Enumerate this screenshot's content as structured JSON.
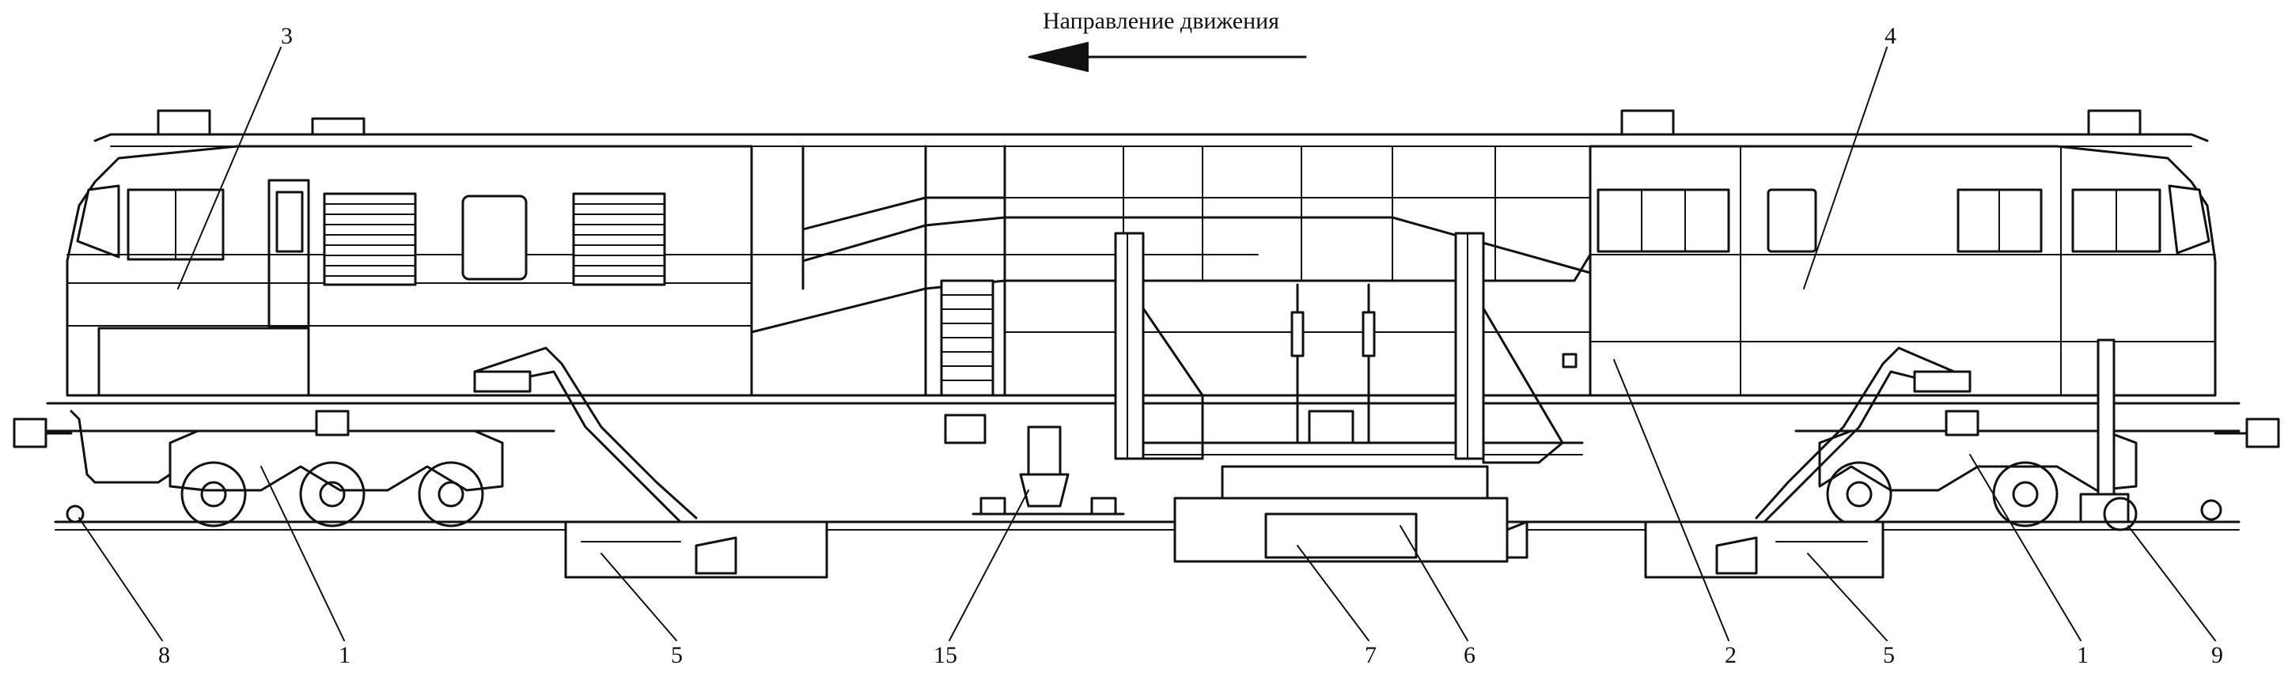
{
  "diagram": {
    "direction_label": "Направление движения",
    "callouts": [
      {
        "id": "c1a",
        "text": "1"
      },
      {
        "id": "c1b",
        "text": "1"
      },
      {
        "id": "c2",
        "text": "2"
      },
      {
        "id": "c3",
        "text": "3"
      },
      {
        "id": "c4",
        "text": "4"
      },
      {
        "id": "c5a",
        "text": "5"
      },
      {
        "id": "c5b",
        "text": "5"
      },
      {
        "id": "c6",
        "text": "6"
      },
      {
        "id": "c7",
        "text": "7"
      },
      {
        "id": "c8",
        "text": "8"
      },
      {
        "id": "c9",
        "text": "9"
      },
      {
        "id": "c15",
        "text": "15"
      }
    ]
  }
}
